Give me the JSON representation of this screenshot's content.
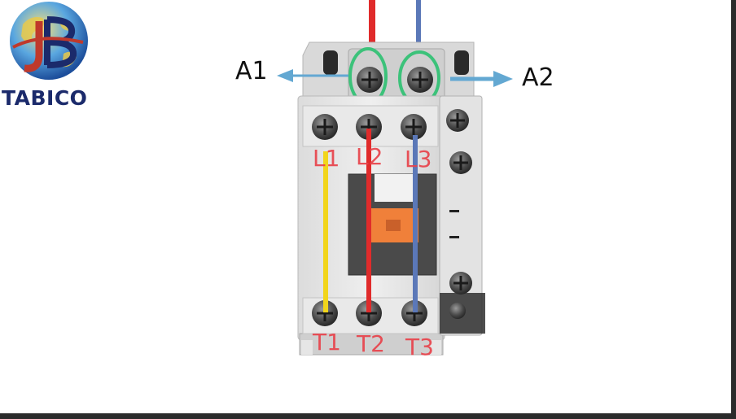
{
  "brand": {
    "name": "TABICO"
  },
  "labels": {
    "coil_left": "A1",
    "coil_right": "A2",
    "line_1": "L1",
    "line_2": "L2",
    "line_3": "L3",
    "load_1": "T1",
    "load_2": "T2",
    "load_3": "T3"
  },
  "colors": {
    "wire_red": "#e02b2b",
    "wire_blue": "#5b78b8",
    "wire_yellow": "#f2d51b",
    "highlight_green": "#3cc27a",
    "arrow_blue": "#63a8d2",
    "label_red": "#e8434b",
    "actuator_orange": "#f0803a",
    "brand_navy": "#1b2a6b"
  }
}
